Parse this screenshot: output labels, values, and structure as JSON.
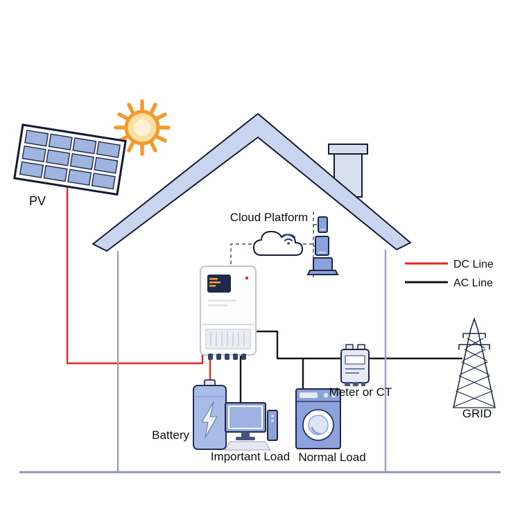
{
  "diagram": {
    "labels": {
      "pv": "PV",
      "cloud_platform": "Cloud Platform",
      "battery": "Battery",
      "important_load": "Important Load",
      "normal_load": "Normal Load",
      "meter": "Meter or CT",
      "grid": "GRID"
    },
    "legend": {
      "dc": {
        "label": "DC Line",
        "color": "#e8251f"
      },
      "ac": {
        "label": "AC Line",
        "color": "#141414"
      }
    },
    "colors": {
      "panel_cell": "#9fb4df",
      "roof": "#c9d4ee",
      "appliance_blue": "#8ba2dc",
      "sun_orange": "#f29a2e",
      "outline_navy": "#1c2748",
      "inverter_body": "#fdfdfd"
    },
    "icons": [
      "sun-icon",
      "pv-panel-icon",
      "house-icon",
      "chimney-icon",
      "cloud-icon",
      "wifi-icon",
      "phone-icon",
      "tablet-icon",
      "laptop-icon",
      "inverter-icon",
      "battery-icon",
      "lightning-bolt-icon",
      "monitor-icon",
      "pc-tower-icon",
      "keyboard-icon",
      "washing-machine-icon",
      "meter-icon",
      "transmission-tower-icon"
    ]
  }
}
